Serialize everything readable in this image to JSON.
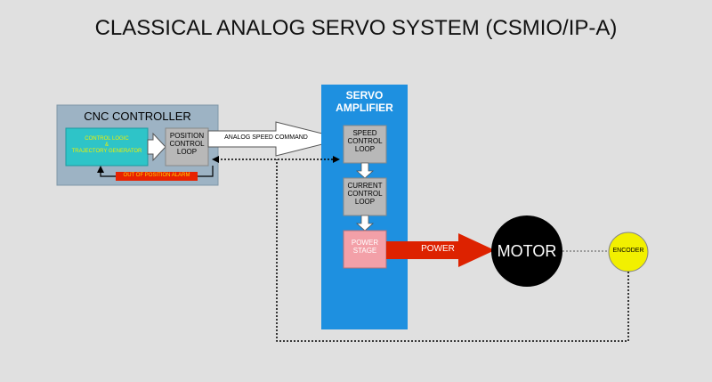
{
  "title": "CLASSICAL ANALOG SERVO SYSTEM (CSMIO/IP-A)",
  "cnc": {
    "label": "CNC CONTROLLER",
    "logic": "CONTROL LOGIC\n&\nTRAJECTORY GENERATOR",
    "position_loop": "POSITION\nCONTROL\nLOOP",
    "alarm": "OUT OF POSITION ALARM"
  },
  "speed_command": "ANALOG SPEED COMMAND",
  "amplifier": {
    "label": "SERVO\nAMPLIFIER",
    "speed_loop": "SPEED\nCONTROL\nLOOP",
    "current_loop": "CURRENT\nCONTROL\nLOOP",
    "power_stage": "POWER\nSTAGE"
  },
  "power": "POWER",
  "motor": "MOTOR",
  "encoder": "ENCODER",
  "colors": {
    "background": "#e0e0e0",
    "cnc_box": "#9db3c4",
    "logic_box": "#2ec4c8",
    "logic_text": "#f0f000",
    "alarm_box": "#e82200",
    "alarm_text": "#ffd000",
    "amplifier": "#1e90e0",
    "loop_box": "#b8b8b8",
    "power_stage": "#f3a0a8",
    "power_arrow": "#dd2200",
    "motor": "#000000",
    "encoder": "#f2f000"
  }
}
